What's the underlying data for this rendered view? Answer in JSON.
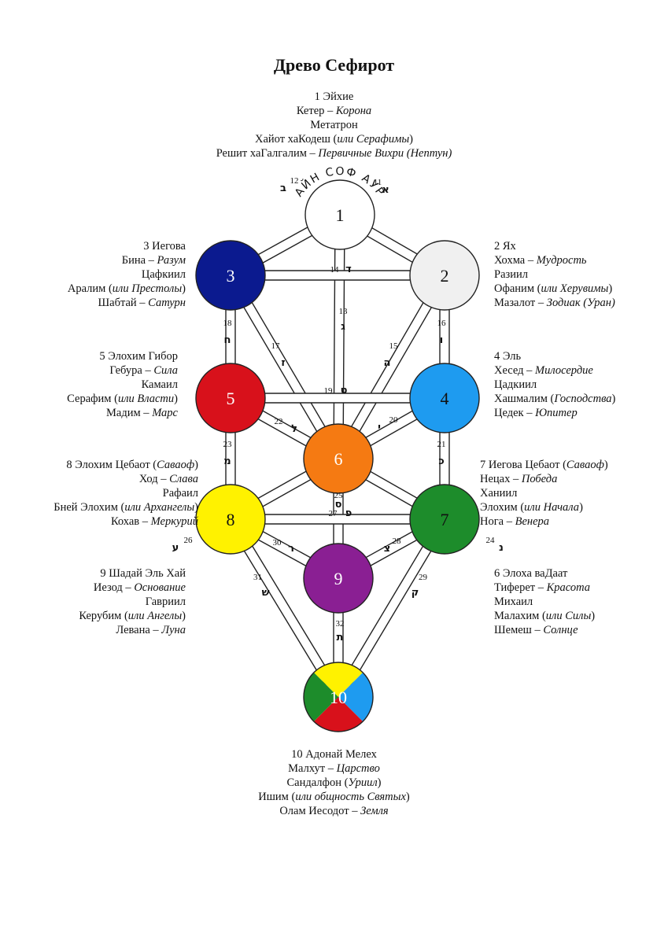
{
  "title": "Древо Сефирот",
  "crown_text": "АЙН СОФ АУР",
  "sephirot": [
    {
      "num": "1",
      "color": "#ffffff",
      "desc": [
        [
          [
            "1 Эйхие",
            false
          ]
        ],
        [
          [
            "Кетер – ",
            false
          ],
          [
            "Корона",
            true
          ]
        ],
        [
          [
            "Метатрон",
            false
          ]
        ],
        [
          [
            "Хайот хаКодеш (",
            false
          ],
          [
            "или Серафимы",
            true
          ],
          [
            ")",
            false
          ]
        ],
        [
          [
            "Решит хаГалгалим – ",
            false
          ],
          [
            "Первичные Вихри (Нептун)",
            true
          ]
        ]
      ]
    },
    {
      "num": "2",
      "color": "#f0f0f0",
      "desc": [
        [
          [
            "2 Ях",
            false
          ]
        ],
        [
          [
            "Хохма – ",
            false
          ],
          [
            "Мудрость",
            true
          ]
        ],
        [
          [
            "Разиил",
            false
          ]
        ],
        [
          [
            "Офаним (",
            false
          ],
          [
            "или Херувимы",
            true
          ],
          [
            ")",
            false
          ]
        ],
        [
          [
            "Мазалот – ",
            false
          ],
          [
            "Зодиак (Уран)",
            true
          ]
        ]
      ]
    },
    {
      "num": "3",
      "color": "#0b1a8f",
      "desc": [
        [
          [
            "3 Иегова",
            false
          ]
        ],
        [
          [
            "Бина – ",
            false
          ],
          [
            "Разум",
            true
          ]
        ],
        [
          [
            "Цафкиил",
            false
          ]
        ],
        [
          [
            "Аралим (",
            false
          ],
          [
            "или Престолы",
            true
          ],
          [
            ")",
            false
          ]
        ],
        [
          [
            "Шабтай – ",
            false
          ],
          [
            "Сатурн",
            true
          ]
        ]
      ]
    },
    {
      "num": "4",
      "color": "#1e9bf0",
      "desc": [
        [
          [
            "4 Эль",
            false
          ]
        ],
        [
          [
            "Хесед – ",
            false
          ],
          [
            "Милосердие",
            true
          ]
        ],
        [
          [
            "Цадкиил",
            false
          ]
        ],
        [
          [
            "Хашмалим (",
            false
          ],
          [
            "Господства",
            true
          ],
          [
            ")",
            false
          ]
        ],
        [
          [
            "Цедек – ",
            false
          ],
          [
            "Юпитер",
            true
          ]
        ]
      ]
    },
    {
      "num": "5",
      "color": "#d8111b",
      "desc": [
        [
          [
            "5 Элохим Гибор",
            false
          ]
        ],
        [
          [
            "Гебура – ",
            false
          ],
          [
            "Сила",
            true
          ]
        ],
        [
          [
            "Камаил",
            false
          ]
        ],
        [
          [
            "Серафим (",
            false
          ],
          [
            "или Власти",
            true
          ],
          [
            ")",
            false
          ]
        ],
        [
          [
            "Мадим – ",
            false
          ],
          [
            "Марс",
            true
          ]
        ]
      ]
    },
    {
      "num": "6",
      "color": "#f57a12",
      "desc": [
        [
          [
            "6 Элоха ваДаат",
            false
          ]
        ],
        [
          [
            "Тиферет – ",
            false
          ],
          [
            "Красота",
            true
          ]
        ],
        [
          [
            "Михаил",
            false
          ]
        ],
        [
          [
            "Малахим (",
            false
          ],
          [
            "или Силы",
            true
          ],
          [
            ")",
            false
          ]
        ],
        [
          [
            "Шемеш – ",
            false
          ],
          [
            "Солнце",
            true
          ]
        ]
      ]
    },
    {
      "num": "7",
      "color": "#1d8c2b",
      "desc": [
        [
          [
            "7 Иегова Цебаот (",
            false
          ],
          [
            "Саваоф",
            true
          ],
          [
            ")",
            false
          ]
        ],
        [
          [
            "Нецах – ",
            false
          ],
          [
            "Победа",
            true
          ]
        ],
        [
          [
            "Ханиил",
            false
          ]
        ],
        [
          [
            "Элохим (",
            false
          ],
          [
            "или Начала",
            true
          ],
          [
            ")",
            false
          ]
        ],
        [
          [
            "Нога – ",
            false
          ],
          [
            "Венера",
            true
          ]
        ]
      ]
    },
    {
      "num": "8",
      "color": "#fff200",
      "desc": [
        [
          [
            "8 Элохим Цебаот (",
            false
          ],
          [
            "Саваоф",
            true
          ],
          [
            ")",
            false
          ]
        ],
        [
          [
            "Ход – ",
            false
          ],
          [
            "Слава",
            true
          ]
        ],
        [
          [
            "Рафаил",
            false
          ]
        ],
        [
          [
            "Бней Элохим (",
            false
          ],
          [
            "или Архангелы",
            true
          ],
          [
            ")",
            false
          ]
        ],
        [
          [
            "Кохав – ",
            false
          ],
          [
            "Меркурий",
            true
          ]
        ]
      ]
    },
    {
      "num": "9",
      "color": "#8a1f93",
      "desc": [
        [
          [
            "9 Шадай Эль Хай",
            false
          ]
        ],
        [
          [
            "Иезод – ",
            false
          ],
          [
            "Основание",
            true
          ]
        ],
        [
          [
            "Гавриил",
            false
          ]
        ],
        [
          [
            "Керубим (",
            false
          ],
          [
            "или Ангелы",
            true
          ],
          [
            ")",
            false
          ]
        ],
        [
          [
            "Левана – ",
            false
          ],
          [
            "Луна",
            true
          ]
        ]
      ]
    },
    {
      "num": "10",
      "color": "#ffffff",
      "quarters": [
        "#fff200",
        "#1e9bf0",
        "#d8111b",
        "#1d8c2b"
      ],
      "desc": [
        [
          [
            "10 Адонай Мелех",
            false
          ]
        ],
        [
          [
            "Малхут – ",
            false
          ],
          [
            "Царство",
            true
          ]
        ],
        [
          [
            "Сандалфон (",
            false
          ],
          [
            "Уриил",
            true
          ],
          [
            ")",
            false
          ]
        ],
        [
          [
            "Ишим (",
            false
          ],
          [
            "или общность Святых",
            true
          ],
          [
            ")",
            false
          ]
        ],
        [
          [
            "Олам Иесодот – ",
            false
          ],
          [
            "Земля",
            true
          ]
        ]
      ]
    }
  ],
  "paths": [
    {
      "n": "11",
      "from": 1,
      "to": 2,
      "letter": "א"
    },
    {
      "n": "12",
      "from": 1,
      "to": 3,
      "letter": "ב"
    },
    {
      "n": "13",
      "from": 1,
      "to": 6,
      "letter": "ג"
    },
    {
      "n": "14",
      "from": 2,
      "to": 3,
      "letter": "ד"
    },
    {
      "n": "15",
      "from": 2,
      "to": 6,
      "letter": "ה"
    },
    {
      "n": "16",
      "from": 2,
      "to": 4,
      "letter": "ו"
    },
    {
      "n": "17",
      "from": 3,
      "to": 6,
      "letter": "ז"
    },
    {
      "n": "18",
      "from": 3,
      "to": 5,
      "letter": "ח"
    },
    {
      "n": "19",
      "from": 4,
      "to": 5,
      "letter": "ט"
    },
    {
      "n": "20",
      "from": 4,
      "to": 6,
      "letter": "י"
    },
    {
      "n": "21",
      "from": 4,
      "to": 7,
      "letter": "כ"
    },
    {
      "n": "22",
      "from": 5,
      "to": 6,
      "letter": "ל"
    },
    {
      "n": "23",
      "from": 5,
      "to": 8,
      "letter": "מ"
    },
    {
      "n": "24",
      "from": 6,
      "to": 7,
      "letter": "נ"
    },
    {
      "n": "25",
      "from": 6,
      "to": 9,
      "letter": "ס"
    },
    {
      "n": "26",
      "from": 6,
      "to": 8,
      "letter": "ע"
    },
    {
      "n": "27",
      "from": 7,
      "to": 8,
      "letter": "פ"
    },
    {
      "n": "28",
      "from": 7,
      "to": 9,
      "letter": "צ"
    },
    {
      "n": "29",
      "from": 7,
      "to": 10,
      "letter": "ק"
    },
    {
      "n": "30",
      "from": 8,
      "to": 9,
      "letter": "ר"
    },
    {
      "n": "31",
      "from": 8,
      "to": 10,
      "letter": "ש"
    },
    {
      "n": "32",
      "from": 9,
      "to": 10,
      "letter": "ת"
    }
  ]
}
